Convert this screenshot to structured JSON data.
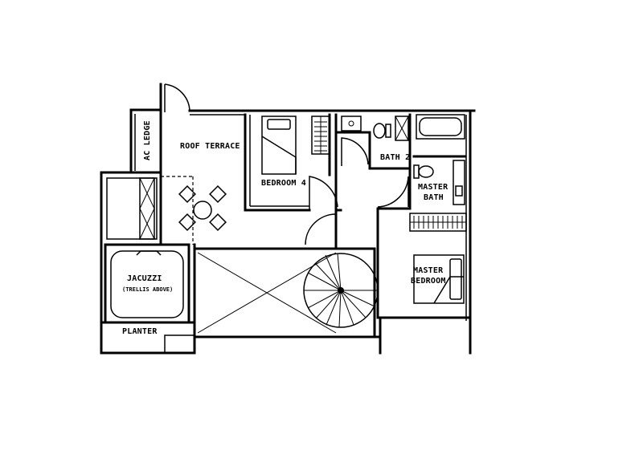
{
  "rooms": {
    "ac_ledge": "AC LEDGE",
    "roof_terrace": "ROOF TERRACE",
    "bedroom_4": "BEDROOM 4",
    "bath_2": "BATH 2",
    "master_bath_1": "MASTER",
    "master_bath_2": "BATH",
    "master_bedroom_1": "MASTER",
    "master_bedroom_2": "BEDROOM",
    "jacuzzi": "JACUZZI",
    "trellis": "(TRELLIS ABOVE)",
    "planter": "PLANTER"
  }
}
